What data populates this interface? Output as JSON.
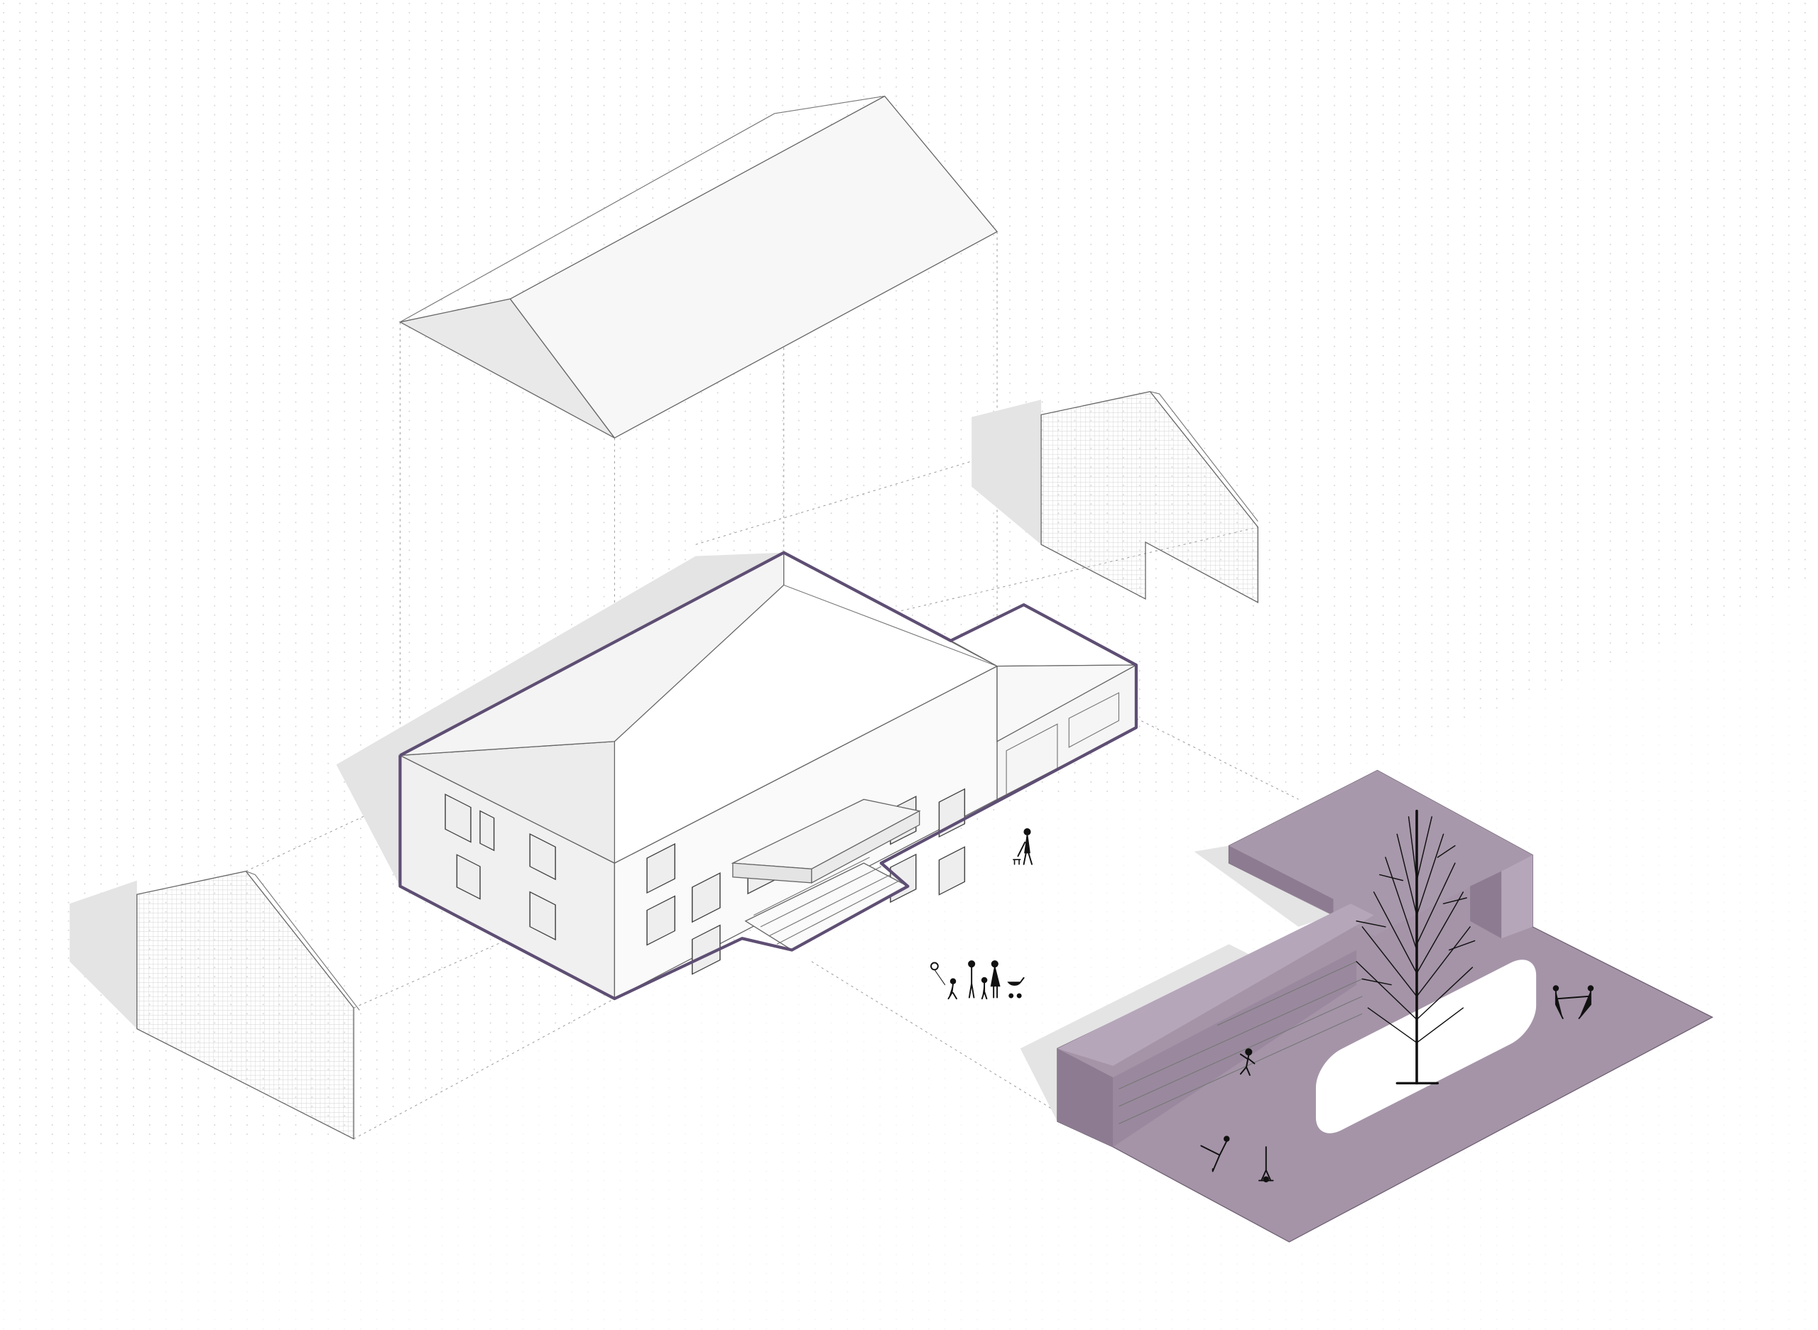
{
  "diagram": {
    "type": "axonometric architectural exploded diagram",
    "colors": {
      "background": "#ffffff",
      "outline_accent": "#5e4e73",
      "plaza_top": "#a594a8",
      "plaza_side_dark": "#8d7c91",
      "plaza_side_light": "#b6a6ba",
      "shadow": "#e3e3e3",
      "wall_front": "#f2f2f2",
      "wall_side": "#e6e6e6"
    },
    "elements": [
      "roof-floating",
      "main-building",
      "annex",
      "entrance-canopy",
      "entrance-stairs",
      "left-gable-wall",
      "right-gable-wall",
      "purple-plaza",
      "tree",
      "people-figures",
      "guide-lines"
    ]
  }
}
